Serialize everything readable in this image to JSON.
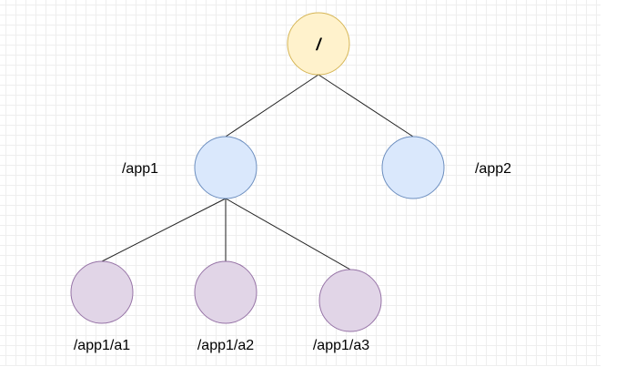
{
  "colors": {
    "root_fill": "#fff2cc",
    "root_stroke": "#d6b656",
    "level1_fill": "#dae8fc",
    "level1_stroke": "#6c8ebf",
    "level2_fill": "#e1d5e7",
    "level2_stroke": "#9673a6",
    "edge": "#222222"
  },
  "diagram": {
    "root": {
      "label": "/"
    },
    "app1": {
      "label": "/app1"
    },
    "app2": {
      "label": "/app2"
    },
    "a1": {
      "label": "/app1/a1"
    },
    "a2": {
      "label": "/app1/a2"
    },
    "a3": {
      "label": "/app1/a3"
    }
  }
}
